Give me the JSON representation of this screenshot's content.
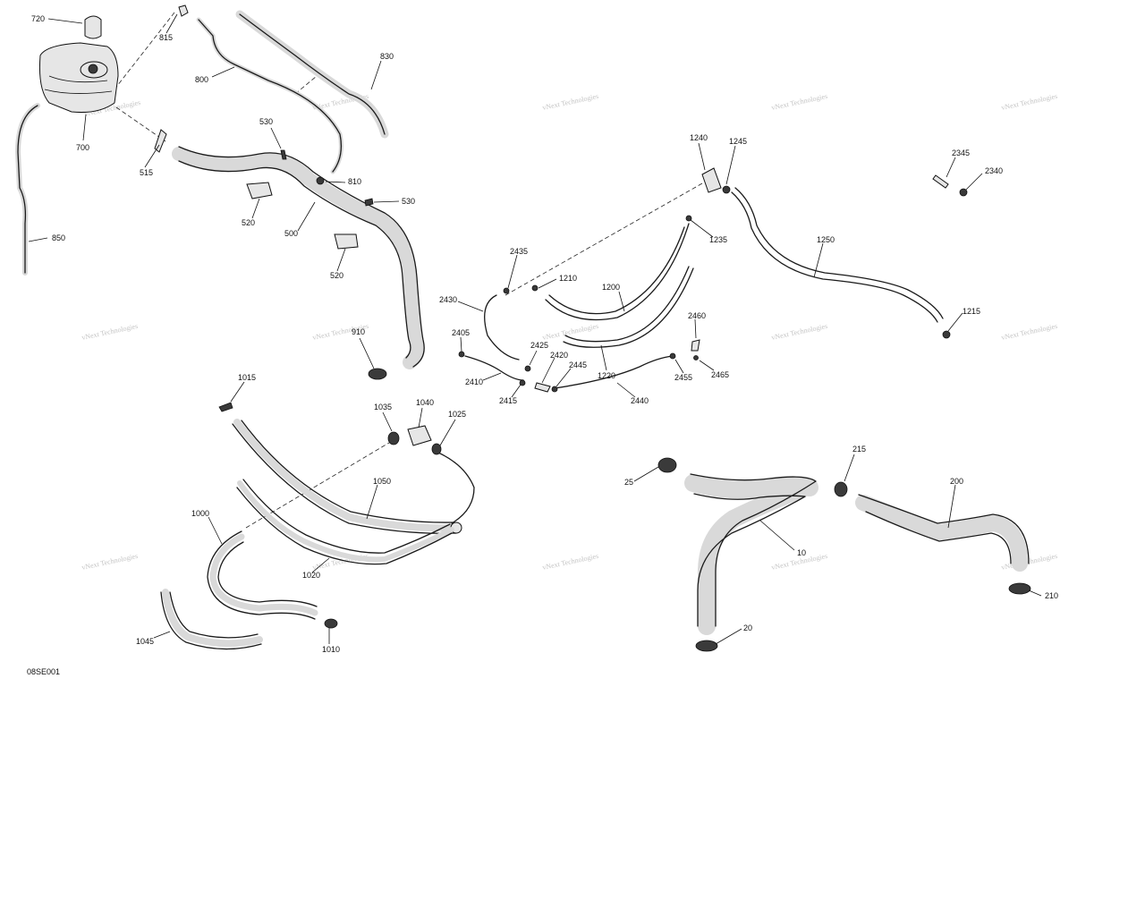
{
  "diagram": {
    "figure_id": "08SE001",
    "watermark": "vNext Technologies",
    "callouts": [
      "720",
      "815",
      "830",
      "800",
      "700",
      "515",
      "530",
      "810",
      "530",
      "520",
      "500",
      "520",
      "850",
      "910",
      "1240",
      "1245",
      "1235",
      "1250",
      "1215",
      "2345",
      "2340",
      "2435",
      "1210",
      "1200",
      "2430",
      "2405",
      "2425",
      "2420",
      "2445",
      "2410",
      "2415",
      "1220",
      "2440",
      "2460",
      "2455",
      "2465",
      "1015",
      "1035",
      "1040",
      "1025",
      "1050",
      "1000",
      "1020",
      "1045",
      "1010",
      "25",
      "10",
      "20",
      "215",
      "200",
      "210"
    ]
  }
}
